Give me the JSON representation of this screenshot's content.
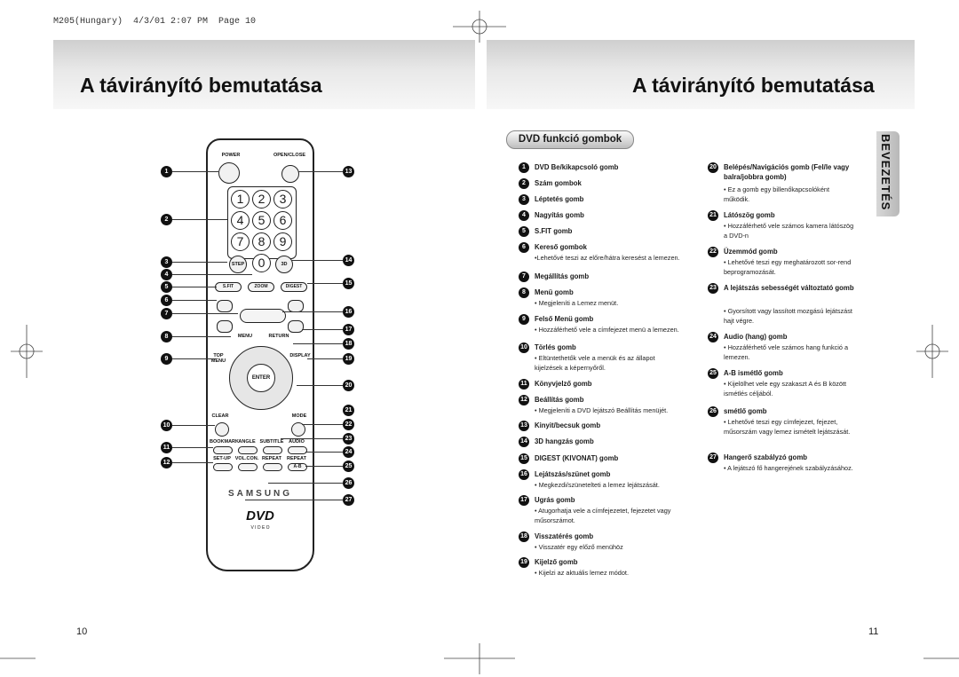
{
  "header_line": "M205(Hungary)  4/3/01 2:07 PM  Page 10",
  "left_title": "A távirányító bemutatása",
  "right_title": "A távirányító bemutatása",
  "section_badge": "DVD funkció gombok",
  "side_tab": "BEVEZETÉS",
  "left_page_number": "10",
  "right_page_number": "11",
  "remote": {
    "top_labels": [
      "POWER",
      "OPEN/CLOSE"
    ],
    "digits": [
      "1",
      "2",
      "3",
      "4",
      "5",
      "6",
      "7",
      "8",
      "9",
      "0"
    ],
    "step": "STEP",
    "threed": "3D",
    "sfit": "S.FIT",
    "zoom": "ZOOM",
    "digest": "DIGEST",
    "menu": "MENU",
    "return": "RETURN",
    "enter": "ENTER",
    "top_menu": "TOP MENU",
    "display": "DISPLAY",
    "clear": "CLEAR",
    "mode": "MODE",
    "row1": [
      "BOOKMARK",
      "ANGLE",
      "SUBTITLE",
      "AUDIO"
    ],
    "row2": [
      "SET-UP",
      "VOL.CON.",
      "REPEAT",
      "REPEAT"
    ],
    "ab": "A-B",
    "brand": "SAMSUNG",
    "dvd": "DVD",
    "video": "V I D E O",
    "left_callouts": [
      "1",
      "2",
      "3",
      "4",
      "5",
      "6",
      "7",
      "8",
      "9",
      "10",
      "11",
      "12"
    ],
    "right_callouts": [
      "13",
      "14",
      "15",
      "16",
      "17",
      "18",
      "19",
      "20",
      "21",
      "22",
      "23",
      "24",
      "25",
      "26",
      "27"
    ]
  },
  "left_items": [
    {
      "num": "1",
      "label": "DVD Be/kikapcsoló gomb",
      "desc": ""
    },
    {
      "num": "2",
      "label": "Szám gombok",
      "desc": ""
    },
    {
      "num": "3",
      "label": "Léptetés gomb",
      "desc": ""
    },
    {
      "num": "4",
      "label": "Nagyítás gomb",
      "desc": ""
    },
    {
      "num": "5",
      "label": "S.FIT gomb",
      "desc": ""
    },
    {
      "num": "6",
      "label": "Kereső gombok",
      "desc": "•Lehetővé teszi az előre/hátra keresést a lemezen."
    },
    {
      "num": "7",
      "label": "Megállítás gomb",
      "desc": ""
    },
    {
      "num": "8",
      "label": "Menü gomb",
      "desc": "• Megjeleníti a Lemez menüt."
    },
    {
      "num": "9",
      "label": "Felső Menü gomb",
      "desc": "• Hozzáférhető vele a címfejezet menü a lemezen."
    },
    {
      "num": "10",
      "label": "Törlés gomb",
      "desc": "• Eltüntethetők vele a menük és az állapot kijelzések a képernyőről."
    },
    {
      "num": "11",
      "label": "Könyvjelző gomb",
      "desc": ""
    },
    {
      "num": "12",
      "label": "Beállítás gomb",
      "desc": "• Megjeleníti a DVD lejátszó Beállítás menüjét."
    },
    {
      "num": "13",
      "label": "Kinyit/becsuk gomb",
      "desc": ""
    },
    {
      "num": "14",
      "label": "3D hangzás gomb",
      "desc": ""
    },
    {
      "num": "15",
      "label": "DIGEST (KIVONAT) gomb",
      "desc": ""
    },
    {
      "num": "16",
      "label": "Lejátszás/szünet gomb",
      "desc": "• Megkezdi/szünetelteti a lemez lejátszását."
    },
    {
      "num": "17",
      "label": "Ugrás gomb",
      "desc": "• Atugorhatja vele a címfejezetet, fejezetet vagy műsorszámot."
    },
    {
      "num": "18",
      "label": "Visszatérés gomb",
      "desc": "• Visszatér egy előző menühöz"
    },
    {
      "num": "19",
      "label": "Kijelző gomb",
      "desc": "• Kijelzi az aktuális lemez módot."
    }
  ],
  "right_items": [
    {
      "num": "20",
      "label": "Belépés/Navigációs gomb (Fel/le vagy balra/jobbra gomb)",
      "desc": "• Ez a gomb egy billenőkapcsolóként működik."
    },
    {
      "num": "21",
      "label": "Látószög gomb",
      "desc": "• Hozzáférhető vele számos kamera látószög a DVD-n"
    },
    {
      "num": "22",
      "label": "Üzemmód gomb",
      "desc": "• Lehetővé teszi egy meghatározott sor-rend beprogramozását."
    },
    {
      "num": "23",
      "label": "A lejátszás sebességét változtató gomb",
      "desc": "• Gyorsított vagy lassított mozgású lejátszást hajt végre."
    },
    {
      "num": "24",
      "label": "Audio (hang) gomb",
      "desc": "• Hozzáférhető vele számos hang funkció a lemezen."
    },
    {
      "num": "25",
      "label": "A-B ismétlő gomb",
      "desc": "• Kijelölhet vele egy szakaszt A és B között ismétlés céljából."
    },
    {
      "num": "26",
      "label": "smétlő gomb",
      "desc": "• Lehetővé teszi egy címfejezet, fejezet, műsorszám vagy lemez ismételt lejátszását."
    },
    {
      "num": "27",
      "label": "Hangerő szabályzó gomb",
      "desc": "• A lejátszó fő hangerejének szabályzásához."
    }
  ]
}
